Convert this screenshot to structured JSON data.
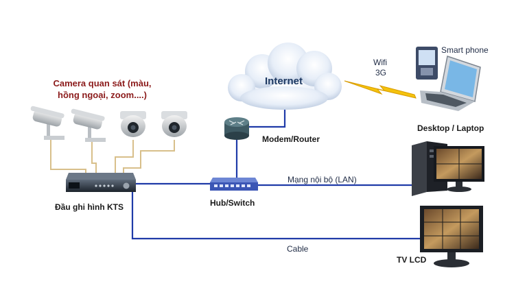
{
  "labels": {
    "camera_title_line1": "Camera quan sát (màu,",
    "camera_title_line2": "hồng ngoại, zoom....)",
    "internet": "Internet",
    "wifi": "Wifi",
    "g3": "3G",
    "smart_phone": "Smart phone",
    "desktop_laptop": "Desktop / Laptop",
    "modem_router": "Modem/Router",
    "lan": "Mạng nội bộ (LAN)",
    "hub_switch": "Hub/Switch",
    "dvr": "Đầu ghi hình KTS",
    "cable": "Cable",
    "tv_lcd": "TV LCD"
  },
  "icons": {
    "bullet_cameras": "bullet-camera-icon",
    "dome_cameras": "dome-camera-icon",
    "cloud": "cloud-icon",
    "router": "router-icon",
    "switch": "switch-icon",
    "dvr": "dvr-icon",
    "phone": "smartphone-icon",
    "laptop": "laptop-icon",
    "desktop": "desktop-pc-icon",
    "tv": "tv-lcd-icon",
    "lightning": "wireless-bolt-icon"
  },
  "colors": {
    "network_line": "#1f3aa8",
    "camera_wire": "#d8bf8a",
    "wireless_bolt": "#f4c20d",
    "camera_title": "#8b1a1a"
  }
}
